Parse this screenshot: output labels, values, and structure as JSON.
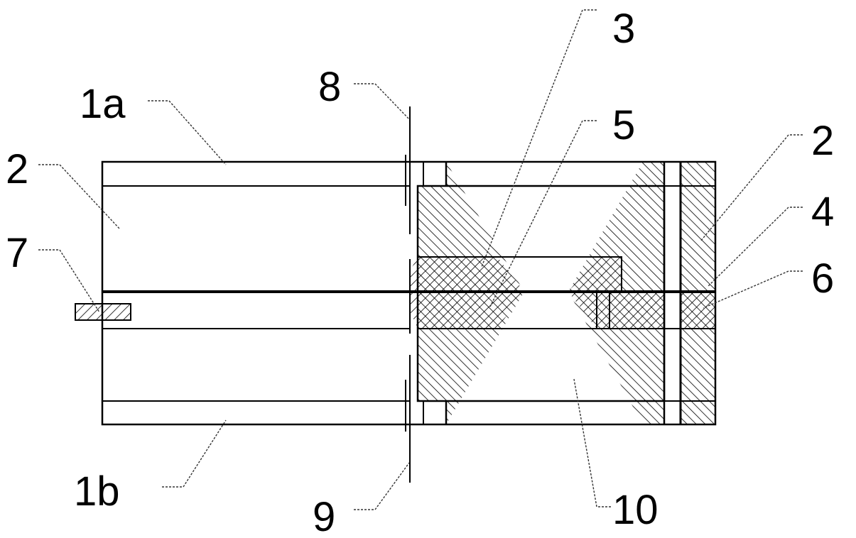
{
  "figure": {
    "labels": {
      "l1a": "1a",
      "l1b": "1b",
      "l2_left": "2",
      "l2_right": "2",
      "l3": "3",
      "l4": "4",
      "l5": "5",
      "l6": "6",
      "l7": "7",
      "l8": "8",
      "l9": "9",
      "l10": "10"
    }
  }
}
